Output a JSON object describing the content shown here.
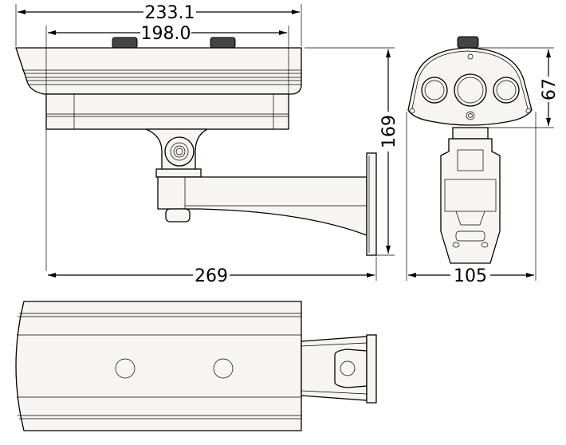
{
  "title": "Bullet camera dimension drawing",
  "dimensions": {
    "overall_housing_length": "233.1",
    "inner_length": "198.0",
    "overall_height": "169",
    "front_height": "67",
    "overall_length_with_bracket": "269",
    "front_width": "105"
  },
  "views": [
    "side-view",
    "front-view",
    "bottom-view"
  ]
}
